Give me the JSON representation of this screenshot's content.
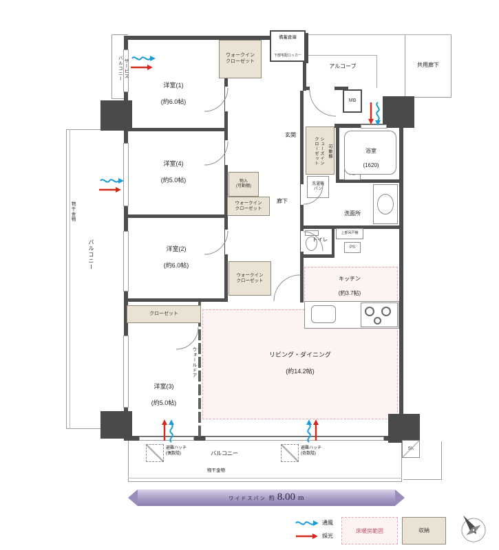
{
  "colors": {
    "wall": "#4d4d4d",
    "closet_fill": "#eae3d3",
    "heating_fill": "#fdf3f3",
    "heating_border": "#e0a6ae",
    "ventilation_blue": "#1b9cd8",
    "daylight_red": "#d2281e",
    "span_purple": "#8d7fb0"
  },
  "rooms": {
    "bedroom1": {
      "name": "洋室(1)",
      "size": "(約6.0帖)"
    },
    "bedroom4": {
      "name": "洋室(4)",
      "size": "(約5.0帖)"
    },
    "bedroom2": {
      "name": "洋室(2)",
      "size": "(約6.0帖)"
    },
    "bedroom3": {
      "name": "洋室(3)",
      "size": "(約5.0帖)"
    },
    "living_dining": {
      "name": "リビング・ダイニング",
      "size": "(約14.2帖)"
    },
    "kitchen": {
      "name": "キッチン",
      "size": "(約3.7帖)"
    },
    "bathroom": {
      "name": "浴室",
      "size": "(1620)"
    },
    "entrance": "玄関",
    "hallway": "廊下",
    "washroom": "洗面所",
    "toilet": "トイレ"
  },
  "storage": {
    "walk_in_closet": "ウォークイン\nクローゼット",
    "shoes_in_closet": "シューズイン\nクローゼット",
    "movable_shelf": "可動棚",
    "monoire": "物入\n(可動棚)",
    "closet": "クローゼット",
    "stock_room": "備蓄倉庫",
    "delivery_locker": "下部宅配ロッカー",
    "upper_cabinet": "上部吊戸棚",
    "washer_pan": "洗濯機\nパン"
  },
  "outdoor": {
    "service_balcony": "サービス\nバルコニー",
    "balcony": "バルコニー",
    "laundry_hardware": "物干金物",
    "alcove": "アルコーブ",
    "common_corridor": "共用廊下"
  },
  "misc": {
    "mb": "MB",
    "ps": "PS",
    "sk": "SK",
    "wall_door": "ウォールドア",
    "hatch_even": "避難ハッチ\n(偶数階)",
    "hatch_odd": "避難ハッチ\n(奇数階)"
  },
  "span": {
    "label": "ワイドスパン",
    "approx": "約",
    "value": "8.00",
    "unit": "m"
  },
  "legend": {
    "ventilation": "通風",
    "daylight": "採光",
    "floor_heating": "床暖房範囲",
    "storage": "収納"
  }
}
